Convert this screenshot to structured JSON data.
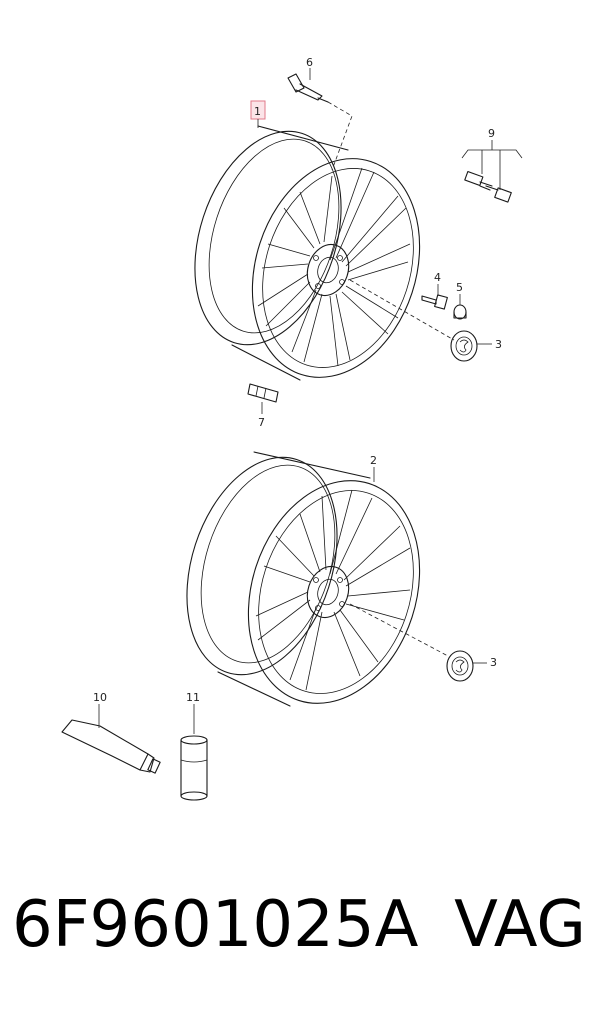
{
  "callouts": {
    "c1": "1",
    "c2": "2",
    "c3a": "3",
    "c3b": "3",
    "c4": "4",
    "c5": "5",
    "c6": "6",
    "c7": "7",
    "c9": "9",
    "c10": "10",
    "c11": "11"
  },
  "caption": {
    "part_number": "6F9601025A",
    "brand": "VAG"
  },
  "colors": {
    "highlight_box": "#e07a8a",
    "line": "#1a1a1a"
  }
}
